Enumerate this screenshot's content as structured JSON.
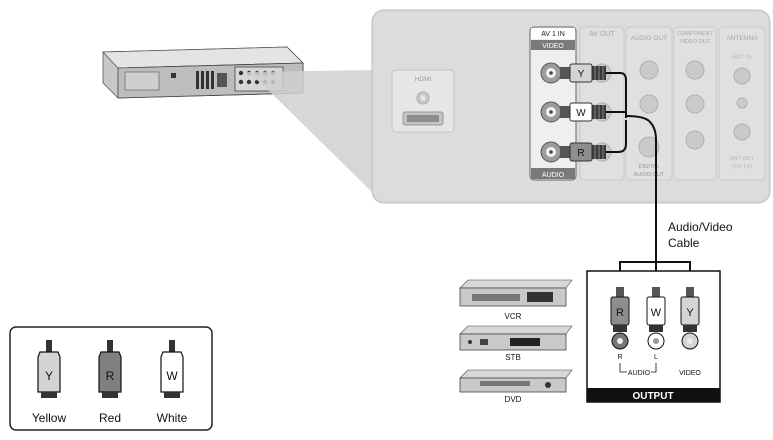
{
  "panel": {
    "hdmi_label": "HDMI",
    "av1in_label": "AV 1 IN",
    "video_label": "VIDEO",
    "audio_label": "AUDIO",
    "avout_label": "AV OUT",
    "audioout_label": "AUDIO OUT",
    "component_label_line1": "COMPONENT",
    "component_label_line2": "VIDEO OUT",
    "antenna_label": "ANTENNA",
    "antin_label": "ANT IN",
    "antout_label_line1": "ANT OUT",
    "antout_label_line2": "(TO TV)",
    "digital_label_line1": "DIGITAL",
    "digital_label_line2": "AUDIO OUT",
    "plug_letters": [
      "Y",
      "W",
      "R"
    ]
  },
  "cable": {
    "label_line1": "Audio/Video",
    "label_line2": "Cable"
  },
  "output_box": {
    "plug_letters": [
      "R",
      "W",
      "Y"
    ],
    "jack_labels": [
      "R",
      "L"
    ],
    "audio_label": "AUDIO",
    "video_label": "VIDEO",
    "title": "OUTPUT"
  },
  "devices": [
    "VCR",
    "STB",
    "DVD"
  ],
  "legend": {
    "items": [
      {
        "letter": "Y",
        "name": "Yellow",
        "fill": "#d4d4d4"
      },
      {
        "letter": "R",
        "name": "Red",
        "fill": "#808080"
      },
      {
        "letter": "W",
        "name": "White",
        "fill": "#ffffff"
      }
    ]
  }
}
